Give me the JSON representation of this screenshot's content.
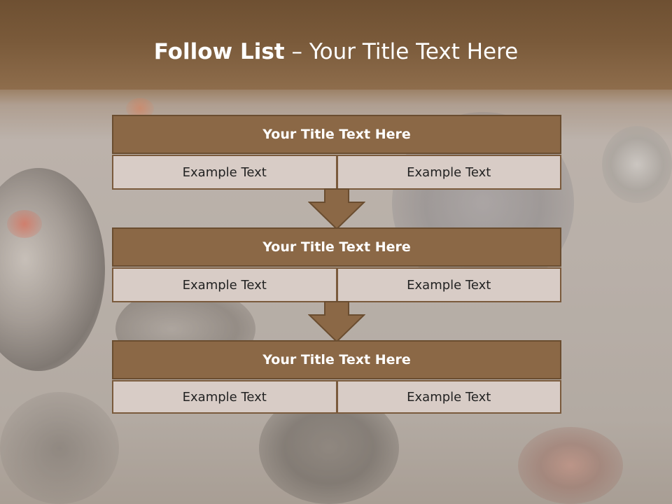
{
  "slide": {
    "title_bold": "Follow List",
    "title_rest": " – Your Title Text Here",
    "blocks": [
      {
        "title": "Your Title Text Here",
        "left": "Example Text",
        "right": "Example Text"
      },
      {
        "title": "Your Title Text Here",
        "left": "Example Text",
        "right": "Example Text"
      },
      {
        "title": "Your Title Text Here",
        "left": "Example Text",
        "right": "Example Text"
      }
    ]
  },
  "colors": {
    "header_band": "#7a5a3a",
    "block_title_fill": "#8b6846",
    "cell_fill": "#d8ccc6",
    "arrow_fill": "#8b6846"
  }
}
